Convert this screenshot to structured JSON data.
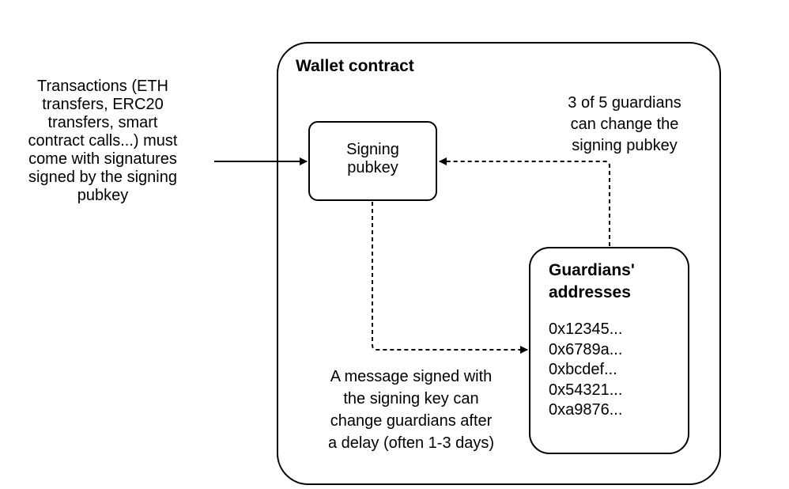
{
  "wallet": {
    "title": "Wallet contract"
  },
  "signing_box": {
    "label": "Signing\npubkey"
  },
  "guardians_box": {
    "title": "Guardians'\naddresses",
    "addresses": [
      "0x12345...",
      "0x6789a...",
      "0xbcdef...",
      "0x54321...",
      "0xa9876..."
    ]
  },
  "annotations": {
    "transactions": "Transactions (ETH\ntransfers, ERC20\ntransfers, smart\ncontract calls...) must\ncome with signatures\nsigned by the signing\npubkey",
    "guardians_change": "3 of 5 guardians\ncan change the\nsigning pubkey",
    "message_change": "A message signed with\nthe signing key can\nchange guardians after\na delay (often 1-3 days)"
  }
}
